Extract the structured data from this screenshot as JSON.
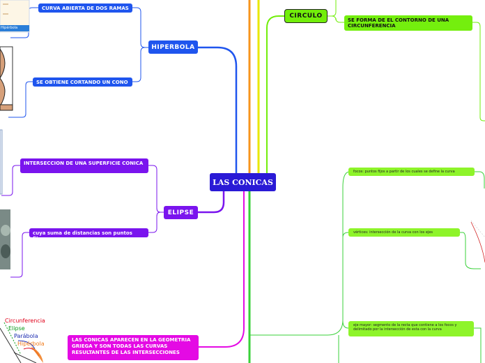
{
  "map": {
    "center": "LAS CONICAS",
    "hiperbola": {
      "label": "HIPERBOLA",
      "children": [
        "CURVA ABIERTA DE DOS RAMAS",
        "SE OBTIENE CORTANDO UN CONO"
      ]
    },
    "elipse": {
      "label": "ELIPSE",
      "children": [
        "INTERSECCION DE UNA SUPERFICIE CONICA",
        "cuya suma de distancias son puntos fijos"
      ]
    },
    "circulo": {
      "label": "CIRCULO",
      "children": [
        "SE FORMA DE EL CONTORNO DE UNA CIRCUNFERENCIA"
      ]
    },
    "parabola_details": [
      "focos: puntos fijos a partir de los cuales se define la curva",
      "vértices: intersección de la curva con los ejes",
      "eje mayor: segmento de la recta que contiene a los focos y delimitado por la intersección de esta con la curva"
    ],
    "intro": "LAS CONICAS APARECEN EN LA GEOMETRIA GRIEGA Y SON TODAS LAS CURVAS RESULTANTES DE LAS INTERSECCIONES",
    "legend": [
      {
        "label": "Circunferencia",
        "color": "#e0001a"
      },
      {
        "label": "Elipse",
        "color": "#0a9a1a"
      },
      {
        "label": "Parábola",
        "color": "#1a2ab0"
      },
      {
        "label": "Hipérbola",
        "color": "#f07a1a"
      }
    ],
    "thumb_caption": "Hipérbola",
    "colors": {
      "center": "#2a1ad6",
      "blue": "#1f55ee",
      "purple": "#7a14ee",
      "green": "#72ee0a",
      "magenta": "#e40ae4",
      "orange": "#f7941d",
      "yellow": "#e8e800"
    }
  }
}
